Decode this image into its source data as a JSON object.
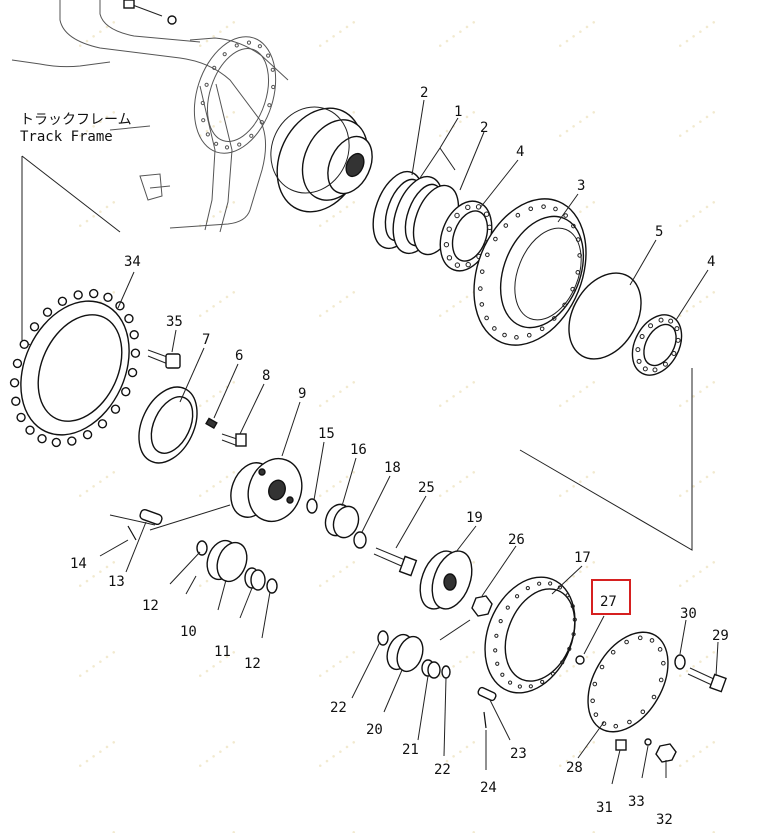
{
  "track_frame": {
    "jp": "トラックフレーム",
    "en": "Track Frame"
  },
  "callouts": [
    {
      "id": "c1",
      "text": "1"
    },
    {
      "id": "c2a",
      "text": "2"
    },
    {
      "id": "c2b",
      "text": "2"
    },
    {
      "id": "c3",
      "text": "3"
    },
    {
      "id": "c4a",
      "text": "4"
    },
    {
      "id": "c4b",
      "text": "4"
    },
    {
      "id": "c5",
      "text": "5"
    },
    {
      "id": "c6",
      "text": "6"
    },
    {
      "id": "c7",
      "text": "7"
    },
    {
      "id": "c8",
      "text": "8"
    },
    {
      "id": "c9",
      "text": "9"
    },
    {
      "id": "c10",
      "text": "10"
    },
    {
      "id": "c11",
      "text": "11"
    },
    {
      "id": "c12a",
      "text": "12"
    },
    {
      "id": "c12b",
      "text": "12"
    },
    {
      "id": "c13",
      "text": "13"
    },
    {
      "id": "c14",
      "text": "14"
    },
    {
      "id": "c15",
      "text": "15"
    },
    {
      "id": "c16",
      "text": "16"
    },
    {
      "id": "c17",
      "text": "17"
    },
    {
      "id": "c18",
      "text": "18"
    },
    {
      "id": "c19",
      "text": "19"
    },
    {
      "id": "c20",
      "text": "20"
    },
    {
      "id": "c21",
      "text": "21"
    },
    {
      "id": "c22a",
      "text": "22"
    },
    {
      "id": "c22b",
      "text": "22"
    },
    {
      "id": "c23",
      "text": "23"
    },
    {
      "id": "c24",
      "text": "24"
    },
    {
      "id": "c25",
      "text": "25"
    },
    {
      "id": "c26",
      "text": "26"
    },
    {
      "id": "c27",
      "text": "27"
    },
    {
      "id": "c28",
      "text": "28"
    },
    {
      "id": "c29",
      "text": "29"
    },
    {
      "id": "c30",
      "text": "30"
    },
    {
      "id": "c31",
      "text": "31"
    },
    {
      "id": "c32",
      "text": "32"
    },
    {
      "id": "c33",
      "text": "33"
    },
    {
      "id": "c34",
      "text": "34"
    },
    {
      "id": "c35",
      "text": "35"
    }
  ],
  "highlight": {
    "callout": "27",
    "color": "#d62020"
  },
  "colors": {
    "line": "#111111",
    "background": "#ffffff",
    "watermark": "#e8d9a8"
  }
}
